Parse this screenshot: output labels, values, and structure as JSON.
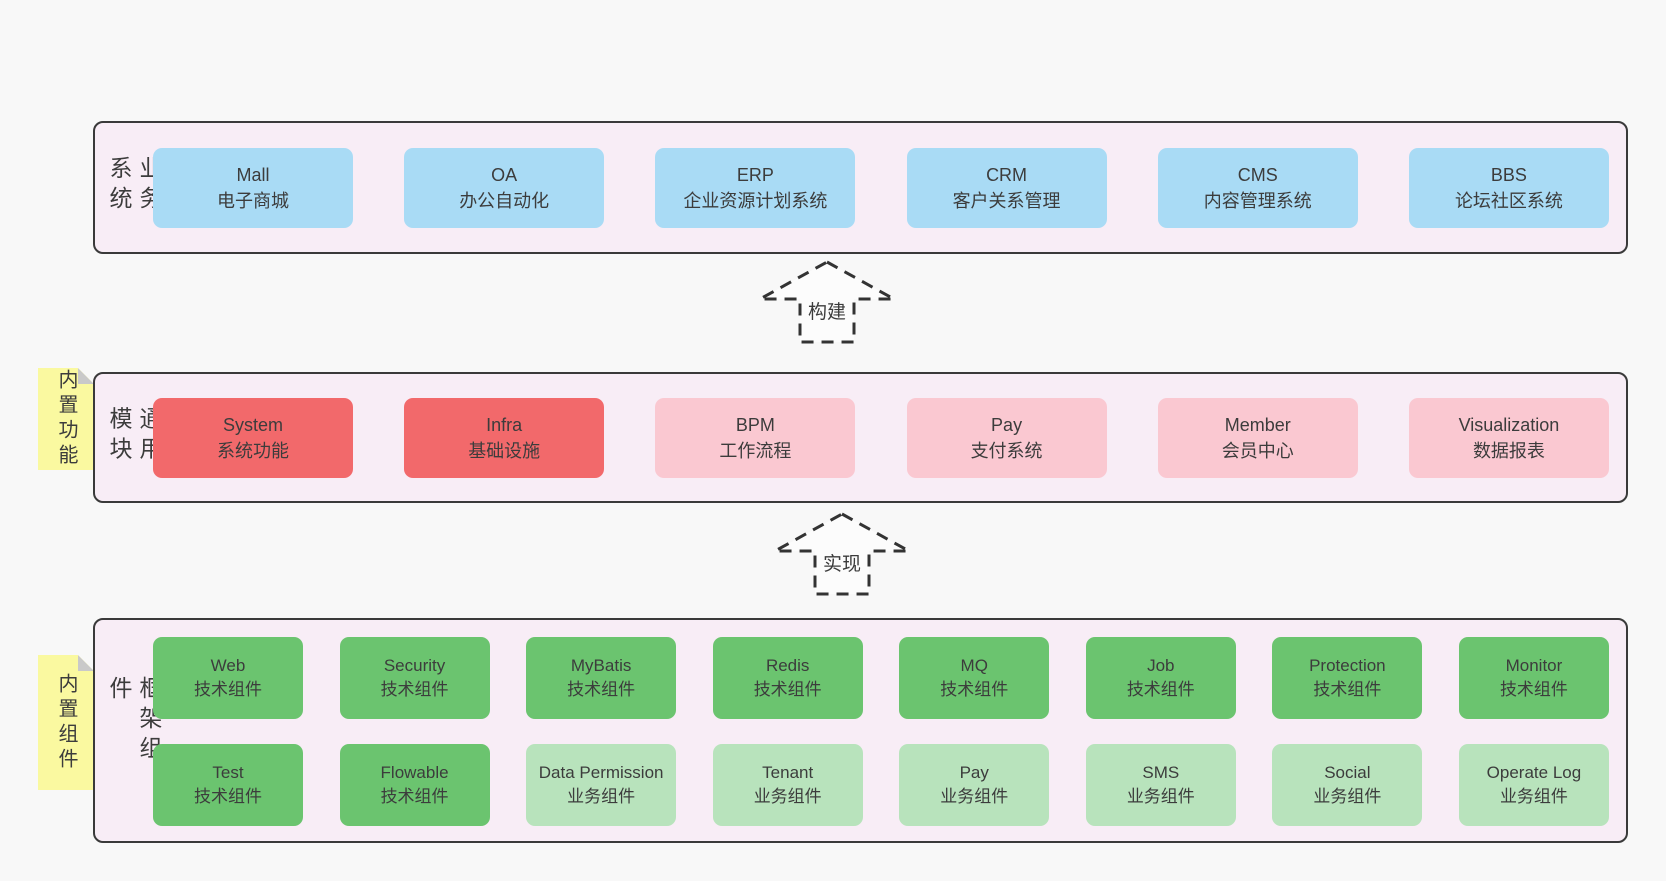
{
  "palette": {
    "page_bg": "#F8F8F8",
    "layer_bg": "#F8EDF6",
    "layer_border": "#3A3A3A",
    "blue": "#A9DBF5",
    "red": "#F2696B",
    "pink": "#FAC8D1",
    "green": "#6BC46F",
    "light_green": "#B8E3BC",
    "note_yellow": "#FAF9A0",
    "note_fold": "#C9C9C9",
    "text": "#3C3C3C"
  },
  "arrows": {
    "build": "构建",
    "implement": "实现"
  },
  "layers": {
    "business": {
      "label": "业务系统",
      "boxes": [
        {
          "name": "Mall",
          "desc": "电子商城",
          "type": "blue"
        },
        {
          "name": "OA",
          "desc": "办公自动化",
          "type": "blue"
        },
        {
          "name": "ERP",
          "desc": "企业资源计划系统",
          "type": "blue"
        },
        {
          "name": "CRM",
          "desc": "客户关系管理",
          "type": "blue"
        },
        {
          "name": "CMS",
          "desc": "内容管理系统",
          "type": "blue"
        },
        {
          "name": "BBS",
          "desc": "论坛社区系统",
          "type": "blue"
        }
      ]
    },
    "modules": {
      "label": "通用模块",
      "note": "内置功能",
      "boxes": [
        {
          "name": "System",
          "desc": "系统功能",
          "type": "red"
        },
        {
          "name": "Infra",
          "desc": "基础设施",
          "type": "red"
        },
        {
          "name": "BPM",
          "desc": "工作流程",
          "type": "pink"
        },
        {
          "name": "Pay",
          "desc": "支付系统",
          "type": "pink"
        },
        {
          "name": "Member",
          "desc": "会员中心",
          "type": "pink"
        },
        {
          "name": "Visualization",
          "desc": "数据报表",
          "type": "pink"
        }
      ]
    },
    "framework": {
      "label": "框架组件",
      "note": "内置组件",
      "row1": [
        {
          "name": "Web",
          "desc": "技术组件",
          "type": "green"
        },
        {
          "name": "Security",
          "desc": "技术组件",
          "type": "green"
        },
        {
          "name": "MyBatis",
          "desc": "技术组件",
          "type": "green"
        },
        {
          "name": "Redis",
          "desc": "技术组件",
          "type": "green"
        },
        {
          "name": "MQ",
          "desc": "技术组件",
          "type": "green"
        },
        {
          "name": "Job",
          "desc": "技术组件",
          "type": "green"
        },
        {
          "name": "Protection",
          "desc": "技术组件",
          "type": "green"
        },
        {
          "name": "Monitor",
          "desc": "技术组件",
          "type": "green"
        }
      ],
      "row2": [
        {
          "name": "Test",
          "desc": "技术组件",
          "type": "green"
        },
        {
          "name": "Flowable",
          "desc": "技术组件",
          "type": "green"
        },
        {
          "name": "Data Permission",
          "desc": "业务组件",
          "type": "lightgreen"
        },
        {
          "name": "Tenant",
          "desc": "业务组件",
          "type": "lightgreen"
        },
        {
          "name": "Pay",
          "desc": "业务组件",
          "type": "lightgreen"
        },
        {
          "name": "SMS",
          "desc": "业务组件",
          "type": "lightgreen"
        },
        {
          "name": "Social",
          "desc": "业务组件",
          "type": "lightgreen"
        },
        {
          "name": "Operate Log",
          "desc": "业务组件",
          "type": "lightgreen"
        }
      ]
    }
  }
}
